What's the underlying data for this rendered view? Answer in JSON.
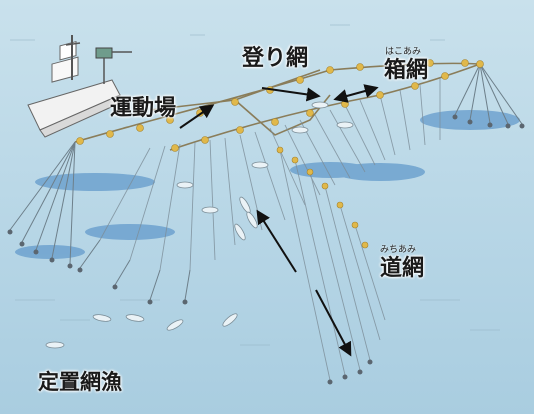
{
  "labels": {
    "undoba": "運動場",
    "noboriami": "登り網",
    "hakoami": "箱網",
    "hakoami_ruby": "はこあみ",
    "michiami": "道網",
    "michiami_ruby": "みちあみ",
    "title": "定置網漁"
  },
  "colors": {
    "water_top": "#c9e1ec",
    "water_bottom": "#a9cde0",
    "net_line": "#7a8b96",
    "float": "#e0b84a",
    "seaweed": "#5f97c8",
    "arrow": "#111111"
  },
  "icons": {
    "boat": "fishing-boat-icon",
    "fish": "fish-icon",
    "anchor": "anchor-weight-icon"
  }
}
